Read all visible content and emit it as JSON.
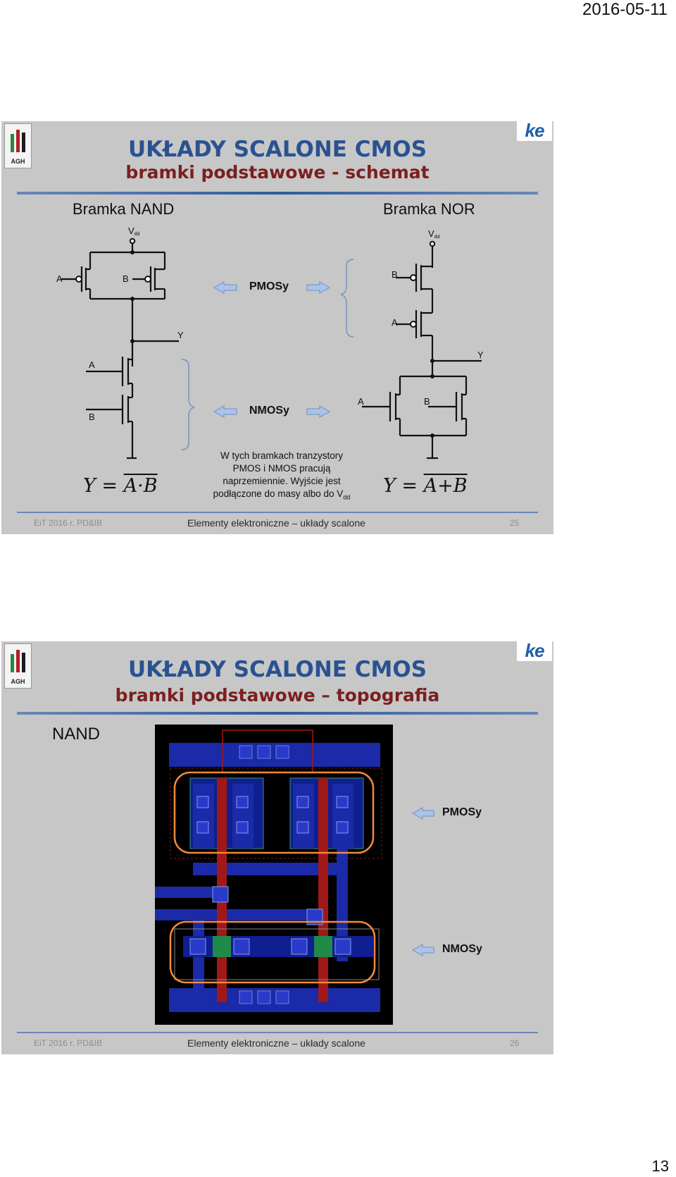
{
  "header": {
    "date": "2016-05-11"
  },
  "page_number": "13",
  "logos": {
    "agh_text": "AGH",
    "ke_text": "ke"
  },
  "slide1": {
    "title": "UKŁADY SCALONE CMOS",
    "subtitle": "bramki podstawowe - schemat",
    "nand_label": "Bramka NAND",
    "nor_label": "Bramka NOR",
    "pmos_label": "PMOSy",
    "nmos_label": "NMOSy",
    "note_line1": "W tych bramkach tranzystory",
    "note_line2": "PMOS i NMOS pracują",
    "note_line3": "naprzemiennie. Wyjście jest",
    "note_line4": "podłączone do  masy albo do V",
    "note_sub": "dd",
    "nand_formula_lhs": "Y = ",
    "nand_formula_rhs": "A·B",
    "nor_formula_lhs": "Y = ",
    "nor_formula_rhs": "A+B",
    "schematic_labels": {
      "vdd": "V",
      "vdd_sub": "dd",
      "a": "A",
      "b": "B",
      "y": "Y"
    },
    "footer_left": "EiT 2016 r. PD&IB",
    "footer_center": "Elementy elektroniczne – układy scalone",
    "footer_right": "25"
  },
  "slide2": {
    "title": "UKŁADY SCALONE CMOS",
    "subtitle": "bramki podstawowe – topografia",
    "nand_label": "NAND",
    "pmos_label": "PMOSy",
    "nmos_label": "NMOSy",
    "footer_left": "EiT 2016 r. PD&IB",
    "footer_center": "Elementy elektroniczne – układy scalone",
    "footer_right": "26"
  },
  "colors": {
    "slide_bg": "#c7c7c7",
    "title_blue": "#2a5291",
    "subtitle_red": "#7b1f1f",
    "arrow_blue": "#a9c4ea",
    "layout_metal": "#1a2aa8",
    "layout_poly": "#a01818",
    "layout_outline": "#f08a3c"
  }
}
